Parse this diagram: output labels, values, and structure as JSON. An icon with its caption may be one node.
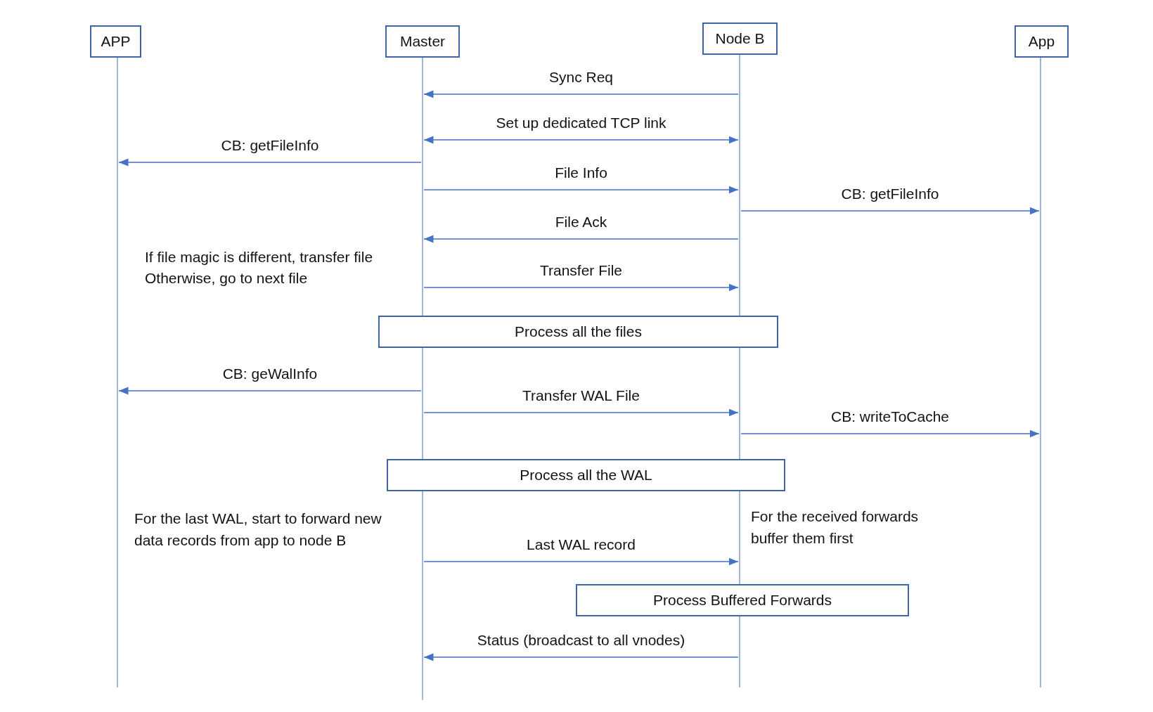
{
  "diagram": {
    "nodes": [
      {
        "text": [
          "APP"
        ]
      },
      {
        "text": [
          "Master"
        ]
      },
      {
        "text": [
          "Node B"
        ]
      },
      {
        "text": [
          "App"
        ]
      },
      {
        "text": [
          "Process all the files"
        ]
      },
      {
        "text": [
          "Process all the WAL"
        ]
      },
      {
        "text": [
          "Process Buffered Forwards"
        ]
      }
    ],
    "edges": [
      {
        "from": 2,
        "to": 1,
        "arrow": "to",
        "label": "Sync Req"
      },
      {
        "from": 1,
        "to": 2,
        "arrow": "both",
        "label": "Set up dedicated TCP link"
      },
      {
        "from": 1,
        "to": 0,
        "arrow": "to",
        "label": "CB: getFileInfo"
      },
      {
        "from": 1,
        "to": 2,
        "arrow": "to",
        "label": "File Info"
      },
      {
        "from": 2,
        "to": 3,
        "arrow": "to",
        "label": "CB: getFileInfo"
      },
      {
        "from": 2,
        "to": 1,
        "arrow": "to",
        "label": "File Ack"
      },
      {
        "from": 1,
        "to": 2,
        "arrow": "to",
        "label": "Transfer File"
      },
      {
        "from": 1,
        "to": 0,
        "arrow": "to",
        "label": "CB: geWalInfo"
      },
      {
        "from": 1,
        "to": 2,
        "arrow": "to",
        "label": "Transfer WAL File"
      },
      {
        "from": 2,
        "to": 3,
        "arrow": "to",
        "label": "CB: writeToCache"
      },
      {
        "from": 1,
        "to": 2,
        "arrow": "to",
        "label": "Last WAL record"
      },
      {
        "from": 2,
        "to": 1,
        "arrow": "to",
        "label": "Status (broadcast to all vnodes)"
      }
    ],
    "labels": [
      "If file magic is different, transfer file",
      "Otherwise, go to next file",
      "For the last WAL, start to forward new data records from app to node B",
      "For the received forwards buffer them first"
    ]
  }
}
